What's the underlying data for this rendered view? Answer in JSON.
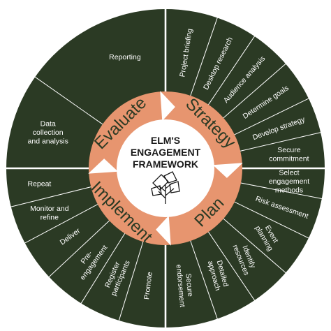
{
  "center": {
    "title_lines": [
      "ELM'S",
      "ENGAGEMENT",
      "FRAMEWORK"
    ],
    "icon": "tree-icon"
  },
  "colors": {
    "outer_ring": "#2b3a24",
    "phase_ring": "#e7956f",
    "center": "#ffffff",
    "divider": "#ffffff"
  },
  "phases": [
    {
      "label": "Strategy"
    },
    {
      "label": "Plan"
    },
    {
      "label": "Implement"
    },
    {
      "label": "Evaluate"
    }
  ],
  "steps": {
    "strategy": [
      {
        "lines": [
          "Project briefing"
        ]
      },
      {
        "lines": [
          "Desktop research"
        ]
      },
      {
        "lines": [
          "Audience analysis"
        ]
      },
      {
        "lines": [
          "Determine goals"
        ]
      },
      {
        "lines": [
          "Develop strategy"
        ]
      },
      {
        "lines": [
          "Secure",
          "commitment"
        ]
      }
    ],
    "plan": [
      {
        "lines": [
          "Select",
          "engagement",
          "methods"
        ]
      },
      {
        "lines": [
          "Risk assessment"
        ]
      },
      {
        "lines": [
          "Event",
          "planning"
        ]
      },
      {
        "lines": [
          "Identify",
          "resources"
        ]
      },
      {
        "lines": [
          "Detailed",
          "approach"
        ]
      },
      {
        "lines": [
          "Secure",
          "endorsement"
        ]
      }
    ],
    "implement": [
      {
        "lines": [
          "Promote"
        ]
      },
      {
        "lines": [
          "Register",
          "participants"
        ]
      },
      {
        "lines": [
          "Pre-",
          "engagement"
        ]
      },
      {
        "lines": [
          "Deliver"
        ]
      },
      {
        "lines": [
          "Monitor and",
          "refine"
        ]
      },
      {
        "lines": [
          "Repeat"
        ]
      }
    ],
    "evaluate": [
      {
        "lines": [
          "Data",
          "collection",
          "and analysis"
        ]
      },
      {
        "lines": [
          "Reporting"
        ]
      }
    ]
  }
}
